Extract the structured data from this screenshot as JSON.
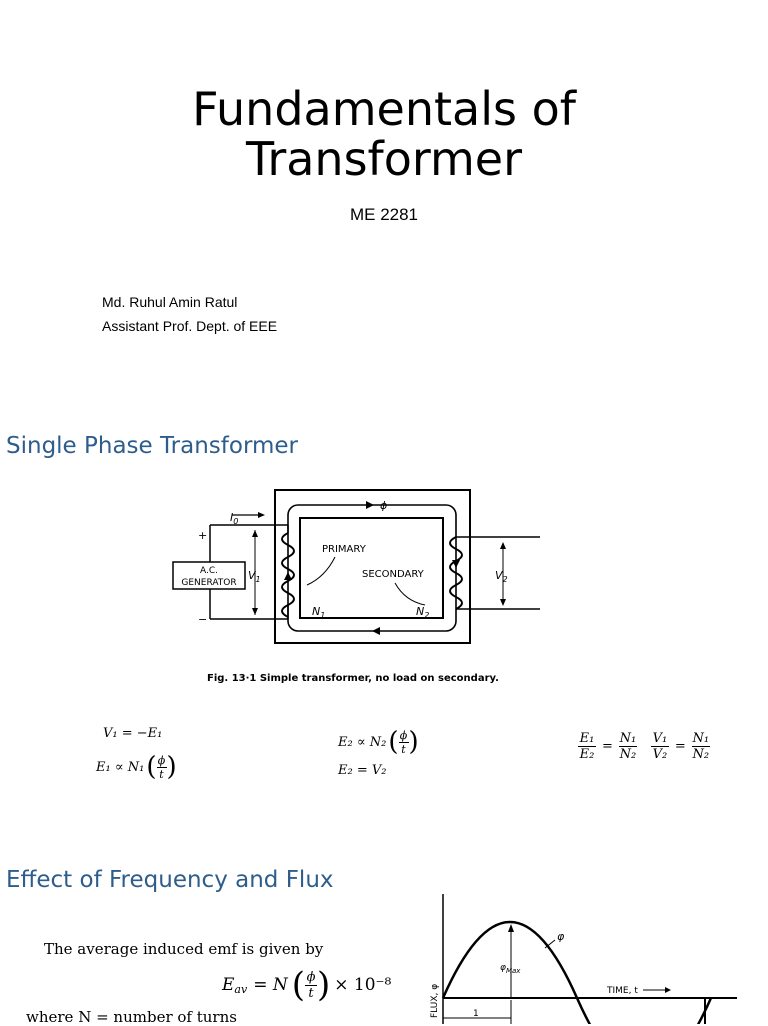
{
  "slide1": {
    "title_line1": "Fundamentals of",
    "title_line2": "Transformer",
    "course_code": "ME 2281",
    "author_name": "Md. Ruhul Amin Ratul",
    "author_title": "Assistant Prof. Dept. of EEE"
  },
  "slide2": {
    "heading": "Single Phase Transformer",
    "figure": {
      "label_I0": "I",
      "label_I0_sub": "0",
      "label_phi": "ϕ",
      "label_plus": "+",
      "label_minus": "−",
      "generator_line1": "A.C.",
      "generator_line2": "GENERATOR",
      "label_V1": "V",
      "label_V1_sub": "1",
      "label_primary": "PRIMARY",
      "label_secondary": "SECONDARY",
      "label_N1": "N",
      "label_N1_sub": "1",
      "label_N2": "N",
      "label_N2_sub": "2",
      "label_V2": "V",
      "label_V2_sub": "2",
      "caption": "Fig. 13·1  Simple transformer, no load on secondary."
    },
    "equations": {
      "eq1": "V₁ = −E₁",
      "eq2_left": "E₁ ∝ N₁",
      "eq3_left": "E₂ ∝ N₂",
      "eq4": "E₂ = V₂",
      "ratio_E1": "E₁",
      "ratio_E2": "E₂",
      "ratio_N1": "N₁",
      "ratio_N2": "N₂",
      "ratio_V1": "V₁",
      "ratio_V2": "V₂",
      "frac_phi": "ϕ",
      "frac_t": "t",
      "eq_sign": "="
    }
  },
  "slide3": {
    "heading": "Effect of Frequency and Flux",
    "text_line1": "The average induced emf is given by",
    "formula_lhs": "E",
    "formula_lhs_sub": "av",
    "formula_mid": "= N",
    "formula_rhs": "× 10⁻⁸",
    "text_line2": "where N = number of turns",
    "graph": {
      "ylabel": "FLUX, φ",
      "xlabel": "TIME, t",
      "phi_label": "φ",
      "phimax_label": "φ",
      "phimax_sub": "Max",
      "quarter_label": "1"
    }
  }
}
